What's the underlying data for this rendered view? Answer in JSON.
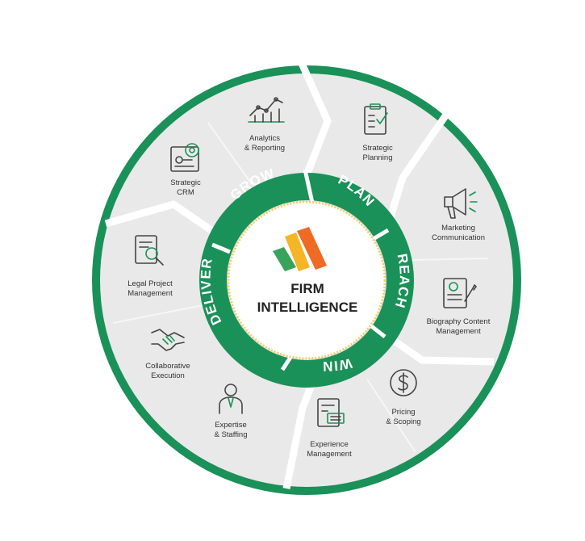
{
  "colors": {
    "ring_green": "#1a9158",
    "segment_gray": "#e9e9e9",
    "divider_white": "#ffffff",
    "center_gold": "#f2cf6b",
    "logo_green": "#3aa35b",
    "logo_yellow": "#f4b526",
    "logo_orange": "#ee6a25"
  },
  "center": {
    "line1": "FIRM",
    "line2": "INTELLIGENCE"
  },
  "phases": [
    {
      "label": "GROW",
      "icon": "none"
    },
    {
      "label": "PLAN",
      "icon": "none"
    },
    {
      "label": "REACH",
      "icon": "none"
    },
    {
      "label": "WIN",
      "icon": "none"
    },
    {
      "label": "DELIVER",
      "icon": "none"
    }
  ],
  "items": [
    {
      "lines": [
        "Analytics",
        "& Reporting"
      ],
      "icon": "line-chart-icon"
    },
    {
      "lines": [
        "Strategic",
        "Planning"
      ],
      "icon": "clipboard-icon"
    },
    {
      "lines": [
        "Marketing",
        "Communication"
      ],
      "icon": "megaphone-icon"
    },
    {
      "lines": [
        "Biography Content",
        "Management"
      ],
      "icon": "profile-document-icon"
    },
    {
      "lines": [
        "Pricing",
        "& Scoping"
      ],
      "icon": "dollar-icon"
    },
    {
      "lines": [
        "Experience",
        "Management"
      ],
      "icon": "document-icon"
    },
    {
      "lines": [
        "Expertise",
        "& Staffing"
      ],
      "icon": "person-icon"
    },
    {
      "lines": [
        "Collaborative",
        "Execution"
      ],
      "icon": "handshake-icon"
    },
    {
      "lines": [
        "Legal Project",
        "Management"
      ],
      "icon": "search-document-icon"
    },
    {
      "lines": [
        "Strategic",
        "CRM"
      ],
      "icon": "gears-icon"
    }
  ]
}
